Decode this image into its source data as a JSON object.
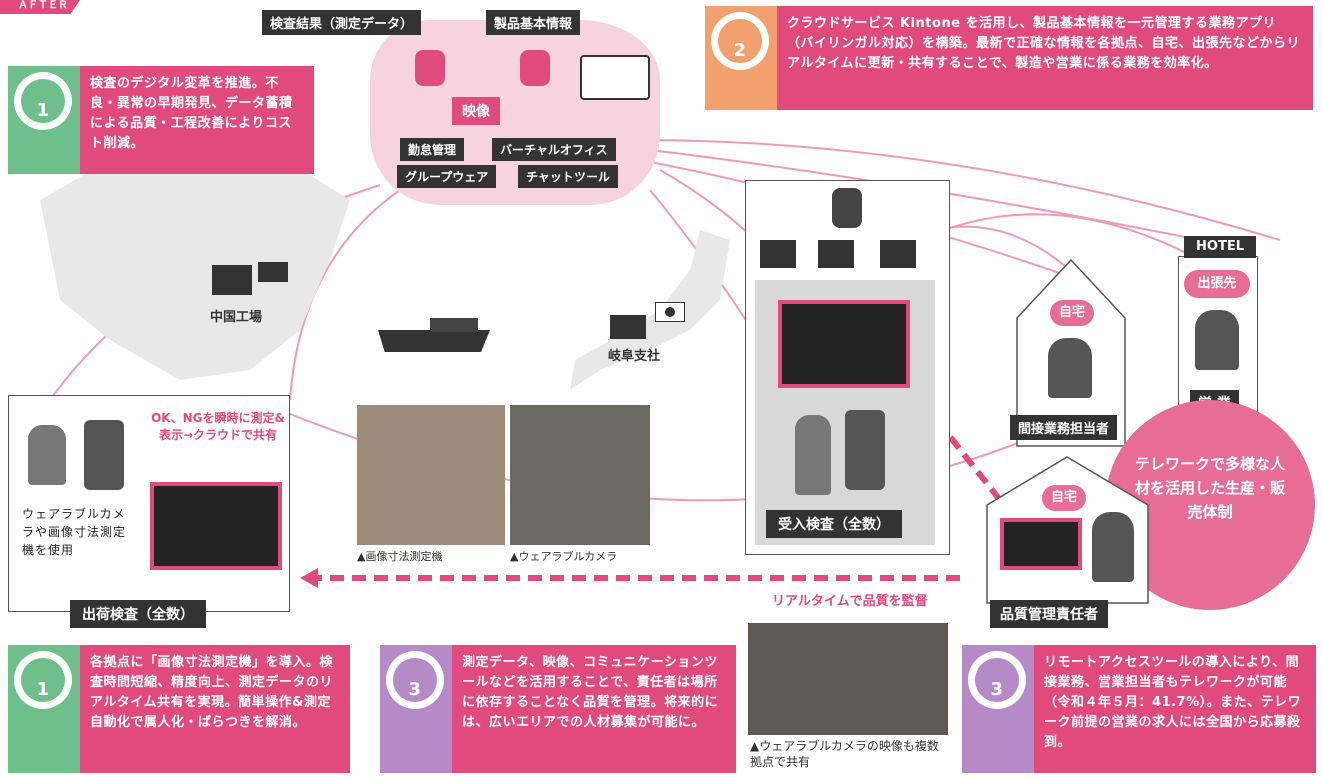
{
  "cloud": {
    "title1": "検査結果（測定データ）",
    "title2": "製品基本情報",
    "video": "映像",
    "tags": [
      "勤怠管理",
      "バーチャルオフィス",
      "グループウェア",
      "チャットツール"
    ]
  },
  "callout_top_right": {
    "num": "2",
    "text": "クラウドサービス Kintone を活用し、製品基本情報を一元管理する業務アプリ（バイリンガル対応）を構築。最新で正確な情報を各拠点、自宅、出張先などからリアルタイムに更新・共有することで、製造や営業に係る業務を効率化。"
  },
  "callout_top_left": {
    "num": "1",
    "text": "検査のデジタル変革を推進。不良・異常の早期発見、データ蓄積による品質・工程改善によりコスト削減。"
  },
  "map": {
    "china_factory": "中国工場",
    "gifu": "岐阜支社"
  },
  "shipping": {
    "ok_ng": "OK、NGを瞬時に測定&表示→クラウドで共有",
    "wearable": "ウェアラブルカメラや画像寸法測定機を使用",
    "title": "出荷検査（全数）"
  },
  "receiving": {
    "title": "受入検査（全数）"
  },
  "photos": {
    "cap1": "▲画像寸法測定機",
    "cap2": "▲ウェアラブルカメラ",
    "cap3": "▲ウェアラブルカメラの映像も複数拠点で共有"
  },
  "homes": {
    "home1": "自宅",
    "indirect": "間接業務担当者",
    "hotel": "HOTEL",
    "trip": "出張先",
    "sales": "営 業",
    "home2": "自宅",
    "qa": "品質管理責任者"
  },
  "telework": "テレワークで多様な人材を活用した生産・販売体制",
  "realtime": "リアルタイムで品質を監督",
  "bottom": [
    {
      "num": "1",
      "text": "各拠点に「画像寸法測定機」を導入。検査時間短縮、精度向上、測定データのリアルタイム共有を実現。簡単操作&測定自動化で属人化・ばらつきを解消。"
    },
    {
      "num": "3",
      "text": "測定データ、映像、コミュニケーションツールなどを活用することで、責任者は場所に依存することなく品質を管理。将来的には、広いエリアでの人材募集が可能に。"
    },
    {
      "num": "3",
      "text": "リモートアクセスツールの導入により、間接業務、営業担当者もテレワークが可能（令和４年５月：41.7%）。また、テレワーク前提の営業の求人には全国から応募殺到。"
    }
  ],
  "corner": "ＡＦＴＥＲ"
}
